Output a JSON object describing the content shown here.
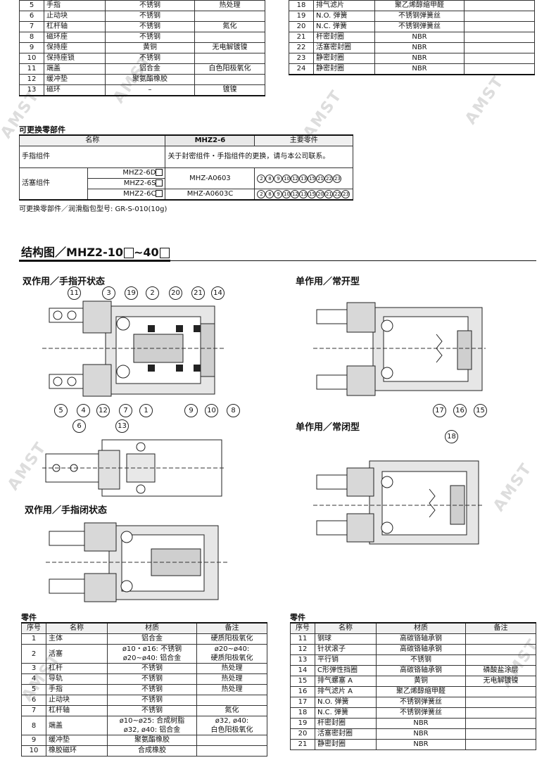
{
  "top_left_table": {
    "rows": [
      {
        "no": "5",
        "name": "手指",
        "material": "不锈钢",
        "note": "热处理"
      },
      {
        "no": "6",
        "name": "止动块",
        "material": "不锈钢",
        "note": ""
      },
      {
        "no": "7",
        "name": "杠杆轴",
        "material": "不锈钢",
        "note": "氮化"
      },
      {
        "no": "8",
        "name": "磁环座",
        "material": "不锈钢",
        "note": ""
      },
      {
        "no": "9",
        "name": "保持座",
        "material": "黄铜",
        "note": "无电解镀镍"
      },
      {
        "no": "10",
        "name": "保持座锁",
        "material": "不锈钢",
        "note": ""
      },
      {
        "no": "11",
        "name": "端盖",
        "material": "铝合金",
        "note": "白色阳极氧化"
      },
      {
        "no": "12",
        "name": "缓冲垫",
        "material": "聚氨酯橡胶",
        "note": ""
      },
      {
        "no": "13",
        "name": "磁环",
        "material": "–",
        "note": "镀镍"
      }
    ]
  },
  "top_right_table": {
    "rows": [
      {
        "no": "18",
        "name": "排气滤片",
        "material": "聚乙烯醇缩甲醛",
        "note": ""
      },
      {
        "no": "19",
        "name": "N.O. 弹簧",
        "material": "不锈钢弹簧丝",
        "note": ""
      },
      {
        "no": "20",
        "name": "N.C. 弹簧",
        "material": "不锈钢弹簧丝",
        "note": ""
      },
      {
        "no": "21",
        "name": "杆密封圈",
        "material": "NBR",
        "note": ""
      },
      {
        "no": "22",
        "name": "活塞密封圈",
        "material": "NBR",
        "note": ""
      },
      {
        "no": "23",
        "name": "静密封圈",
        "material": "NBR",
        "note": ""
      },
      {
        "no": "24",
        "name": "静密封圈",
        "material": "NBR",
        "note": ""
      }
    ]
  },
  "replaceable": {
    "title": "可更换零部件",
    "header": {
      "name": "名称",
      "model": "MHZ2-6",
      "parts": "主要零件"
    },
    "finger_assembly": {
      "name": "手指组件",
      "text": "关于封密组件・手指组件的更换，请与本公司联系。"
    },
    "piston_assembly": {
      "name": "活塞组件",
      "rows": [
        {
          "model": "MHZ2-6D",
          "code": "MHZ-A0603",
          "parts": [
            "2",
            "8",
            "9",
            "10",
            "12",
            "13",
            "15",
            "21",
            "22",
            "23"
          ]
        },
        {
          "model": "MHZ2-6S",
          "code": "",
          "parts": []
        },
        {
          "model": "MHZ2-6C",
          "code": "MHZ-A0603C",
          "parts": [
            "2",
            "8",
            "9",
            "10",
            "12",
            "13",
            "15",
            "20",
            "21",
            "22",
            "23"
          ]
        }
      ]
    },
    "footnote": "可更换零部件／润滑脂包型号: GR-S-010(10g)"
  },
  "structure": {
    "title_prefix": "结构图／",
    "title_model": "MHZ2-10",
    "title_sep": "~40",
    "sub_double_open": "双作用／手指开状态",
    "sub_single_no": "单作用／常开型",
    "sub_single_nc": "单作用／常闭型",
    "sub_double_closed": "双作用／手指闭状态"
  },
  "callouts": {
    "top": [
      "11",
      "3",
      "19",
      "2",
      "20",
      "21",
      "14"
    ],
    "bottom": [
      "5",
      "4",
      "12",
      "7",
      "1",
      "9",
      "10",
      "8"
    ],
    "detail": [
      "6",
      "13"
    ],
    "single_no": [
      "17",
      "16",
      "15"
    ],
    "single_nc": [
      "18"
    ]
  },
  "parts_left": {
    "title": "零件",
    "header": {
      "no": "序号",
      "name": "名称",
      "material": "材质",
      "note": "备注"
    },
    "rows": [
      {
        "no": "1",
        "name": "主体",
        "material": "铝合金",
        "note": "硬质阳极氧化"
      },
      {
        "no": "2",
        "name": "活塞",
        "material": "ø10・ø16: 不锈钢\nø20~ø40: 铝合金",
        "note": "ø20~ø40:\n硬质阳极氧化"
      },
      {
        "no": "3",
        "name": "杠杆",
        "material": "不锈钢",
        "note": "热处理"
      },
      {
        "no": "4",
        "name": "导轨",
        "material": "不锈钢",
        "note": "热处理"
      },
      {
        "no": "5",
        "name": "手指",
        "material": "不锈钢",
        "note": "热处理"
      },
      {
        "no": "6",
        "name": "止动块",
        "material": "不锈钢",
        "note": ""
      },
      {
        "no": "7",
        "name": "杠杆轴",
        "material": "不锈钢",
        "note": "氮化"
      },
      {
        "no": "8",
        "name": "端盖",
        "material": "ø10~ø25: 合成树脂\nø32, ø40: 铝合金",
        "note": "ø32, ø40:\n白色阳极氧化"
      },
      {
        "no": "9",
        "name": "缓冲垫",
        "material": "聚氨酯橡胶",
        "note": ""
      },
      {
        "no": "10",
        "name": "橡胶磁环",
        "material": "合成橡胶",
        "note": ""
      }
    ]
  },
  "parts_right": {
    "title": "零件",
    "header": {
      "no": "序号",
      "name": "名称",
      "material": "材质",
      "note": "备注"
    },
    "rows": [
      {
        "no": "11",
        "name": "钢球",
        "material": "高碳铬轴承钢",
        "note": ""
      },
      {
        "no": "12",
        "name": "针状滚子",
        "material": "高碳铬轴承钢",
        "note": ""
      },
      {
        "no": "13",
        "name": "平行销",
        "material": "不锈钢",
        "note": ""
      },
      {
        "no": "14",
        "name": "C形弹性挡圈",
        "material": "高碳铬轴承钢",
        "note": "磷酸盐涂层"
      },
      {
        "no": "15",
        "name": "排气螺塞 A",
        "material": "黄铜",
        "note": "无电解镀镍"
      },
      {
        "no": "16",
        "name": "排气滤片 A",
        "material": "聚乙烯醇缩甲醛",
        "note": ""
      },
      {
        "no": "17",
        "name": "N.O. 弹簧",
        "material": "不锈钢弹簧丝",
        "note": ""
      },
      {
        "no": "18",
        "name": "N.C. 弹簧",
        "material": "不锈钢弹簧丝",
        "note": ""
      },
      {
        "no": "19",
        "name": "杆密封圈",
        "material": "NBR",
        "note": ""
      },
      {
        "no": "20",
        "name": "活塞密封圈",
        "material": "NBR",
        "note": ""
      },
      {
        "no": "21",
        "name": "静密封圈",
        "material": "NBR",
        "note": ""
      }
    ]
  },
  "watermark": "AMST"
}
